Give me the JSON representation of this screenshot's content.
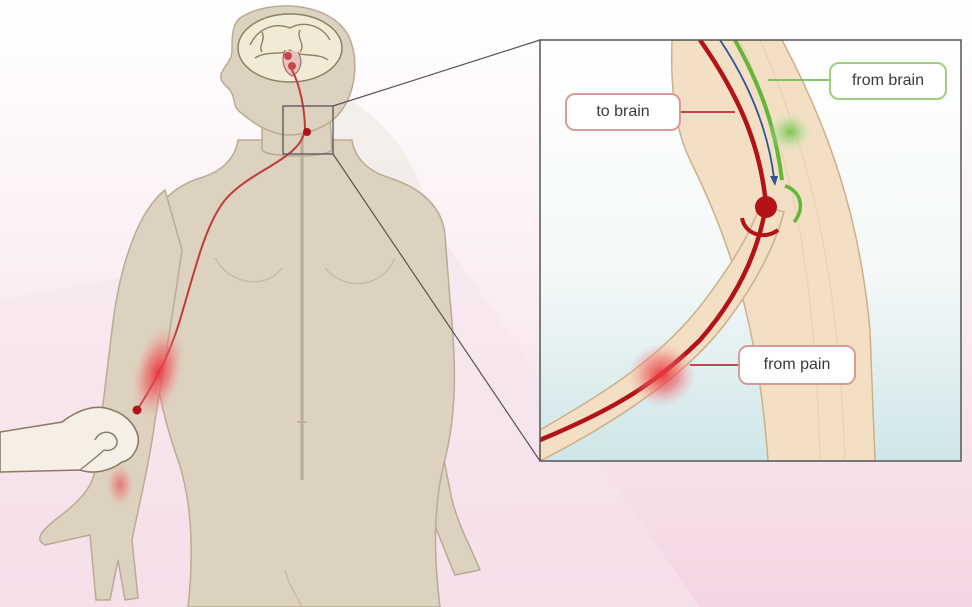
{
  "labels": {
    "to_brain": "to brain",
    "from_brain": "from brain",
    "from_pain": "from pain"
  },
  "colors": {
    "skin": "#ddd2bf",
    "skin_outline": "#b9ab94",
    "spine": "#f2dfc4",
    "ascending_pain_nerve": "#b31217",
    "descending_brain_nerve": "#62b63a",
    "descending_inner_line": "#2f5597",
    "pain_glow": "#e8323a",
    "background_pink": "#f6dde8",
    "inset_teal": "#d6ebec"
  },
  "icons": {
    "hand": "pinching-hand-icon",
    "brain": "brain-icon",
    "synapse": "synapse-icon"
  }
}
